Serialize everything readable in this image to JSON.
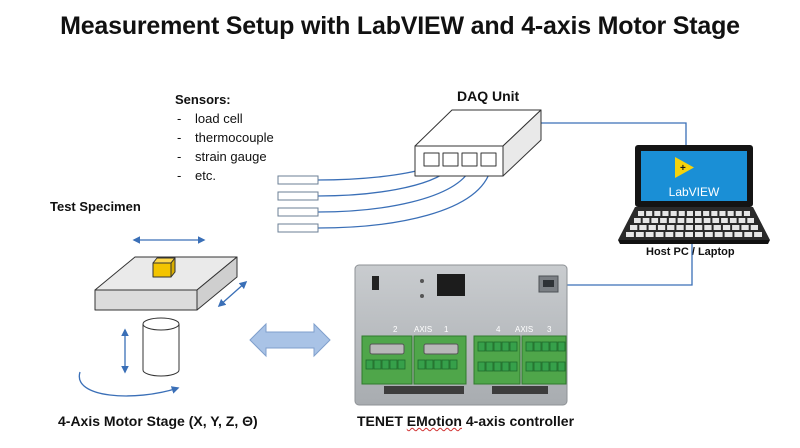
{
  "title": "Measurement Setup with LabVIEW and 4-axis Motor Stage",
  "sensors": {
    "heading": "Sensors:",
    "items": [
      "load cell",
      "thermocouple",
      "strain gauge",
      "etc."
    ]
  },
  "daq": {
    "label": "DAQ Unit"
  },
  "laptop": {
    "label": "Host PC / Laptop",
    "screen_text": "LabVIEW"
  },
  "specimen": {
    "label": "Test Specimen"
  },
  "stage": {
    "label": "4-Axis Motor Stage (X, Y, Z, Θ)"
  },
  "controller": {
    "label_prefix": "TENET ",
    "label_brand": "EMotion",
    "label_suffix": " 4-axis controller",
    "axis_numbers": [
      "2",
      "AXIS",
      "1",
      "4",
      "AXIS",
      "3"
    ]
  },
  "colors": {
    "cable": "#3a6fb7",
    "arrow": "#3a6fb7",
    "double_arrow_fill": "#a9c3e6",
    "labview_screen": "#1a8fd6",
    "labview_logo": "#f5d20c",
    "pcb_green": "#4fa64a",
    "specimen": "#f3c400"
  }
}
